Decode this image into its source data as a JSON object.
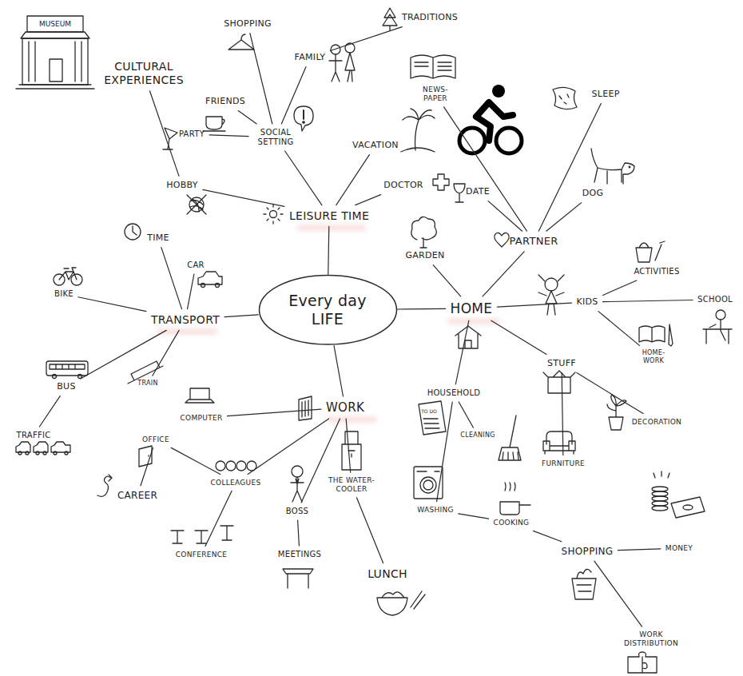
{
  "diagram": {
    "nodes": [
      {
        "text": [
          "Every day LIFE"
        ]
      },
      {
        "text": [
          "LEISURE TIME"
        ]
      },
      {
        "text": [
          "HOBBY"
        ]
      },
      {
        "text": [
          "CULTURAL EXPERIENCES"
        ]
      },
      {
        "text": [
          "SOCIAL SETTING"
        ]
      },
      {
        "text": [
          "PARTY"
        ]
      },
      {
        "text": [
          "FRIENDS"
        ]
      },
      {
        "text": [
          "SHOPPING"
        ]
      },
      {
        "text": [
          "FAMILY"
        ]
      },
      {
        "text": [
          "TRADITIONS"
        ]
      },
      {
        "text": [
          "VACATION"
        ]
      },
      {
        "text": [
          "DOCTOR"
        ]
      },
      {
        "text": [
          "TRANSPORT"
        ]
      },
      {
        "text": [
          "TIME"
        ]
      },
      {
        "text": [
          "CAR"
        ]
      },
      {
        "text": [
          "BIKE"
        ]
      },
      {
        "text": [
          "BUS"
        ]
      },
      {
        "text": [
          "TRAFFIC"
        ]
      },
      {
        "text": [
          "TRAIN"
        ]
      },
      {
        "text": [
          "WORK"
        ]
      },
      {
        "text": [
          "COMPUTER"
        ]
      },
      {
        "text": [
          "OFFICE"
        ]
      },
      {
        "text": [
          "CAREER"
        ]
      },
      {
        "text": [
          "COLLEAGUES"
        ]
      },
      {
        "text": [
          "CONFERENCE"
        ]
      },
      {
        "text": [
          "BOSS"
        ]
      },
      {
        "text": [
          "MEETINGS"
        ]
      },
      {
        "text": [
          "THE WATER- COOLER"
        ]
      },
      {
        "text": [
          "LUNCH"
        ]
      },
      {
        "text": [
          "HOME"
        ]
      },
      {
        "text": [
          "GARDEN"
        ]
      },
      {
        "text": [
          "PARTNER"
        ]
      },
      {
        "text": [
          "DATE"
        ]
      },
      {
        "text": [
          "NEWS- PAPER"
        ]
      },
      {
        "text": [
          "SLEEP"
        ]
      },
      {
        "text": [
          "DOG"
        ]
      },
      {
        "text": [
          "KIDS"
        ]
      },
      {
        "text": [
          "ACTIVITIES"
        ]
      },
      {
        "text": [
          "SCHOOL"
        ]
      },
      {
        "text": [
          "HOME- WORK"
        ]
      },
      {
        "text": [
          "HOUSEHOLD"
        ]
      },
      {
        "text": [
          "CLEANING"
        ]
      },
      {
        "text": [
          "WASHING"
        ]
      },
      {
        "text": [
          "COOKING"
        ]
      },
      {
        "text": [
          "SHOPPING"
        ]
      },
      {
        "text": [
          "MONEY"
        ]
      },
      {
        "text": [
          "WORK DISTRIBUTION"
        ]
      },
      {
        "text": [
          "STUFF"
        ]
      },
      {
        "text": [
          "FURNITURE"
        ]
      },
      {
        "text": [
          "DECORATION"
        ]
      }
    ],
    "edges": [
      {
        "from": 0,
        "to": 1,
        "arrow": "none"
      },
      {
        "from": 0,
        "to": 12,
        "arrow": "none"
      },
      {
        "from": 0,
        "to": 19,
        "arrow": "none"
      },
      {
        "from": 0,
        "to": 29,
        "arrow": "none"
      },
      {
        "from": 1,
        "to": 2,
        "arrow": "none"
      },
      {
        "from": 2,
        "to": 3,
        "arrow": "none"
      },
      {
        "from": 1,
        "to": 4,
        "arrow": "none"
      },
      {
        "from": 4,
        "to": 5,
        "arrow": "none"
      },
      {
        "from": 4,
        "to": 6,
        "arrow": "none"
      },
      {
        "from": 4,
        "to": 7,
        "arrow": "none"
      },
      {
        "from": 4,
        "to": 8,
        "arrow": "none"
      },
      {
        "from": 8,
        "to": 9,
        "arrow": "none"
      },
      {
        "from": 1,
        "to": 10,
        "arrow": "none"
      },
      {
        "from": 1,
        "to": 11,
        "arrow": "none"
      },
      {
        "from": 12,
        "to": 13,
        "arrow": "none"
      },
      {
        "from": 12,
        "to": 14,
        "arrow": "none"
      },
      {
        "from": 12,
        "to": 15,
        "arrow": "none"
      },
      {
        "from": 12,
        "to": 16,
        "arrow": "none"
      },
      {
        "from": 16,
        "to": 17,
        "arrow": "none"
      },
      {
        "from": 12,
        "to": 18,
        "arrow": "none"
      },
      {
        "from": 19,
        "to": 20,
        "arrow": "none"
      },
      {
        "from": 19,
        "to": 23,
        "arrow": "none"
      },
      {
        "from": 23,
        "to": 21,
        "arrow": "none"
      },
      {
        "from": 21,
        "to": 22,
        "arrow": "none"
      },
      {
        "from": 23,
        "to": 24,
        "arrow": "none"
      },
      {
        "from": 19,
        "to": 25,
        "arrow": "none"
      },
      {
        "from": 25,
        "to": 26,
        "arrow": "none"
      },
      {
        "from": 19,
        "to": 27,
        "arrow": "none"
      },
      {
        "from": 27,
        "to": 28,
        "arrow": "none"
      },
      {
        "from": 29,
        "to": 30,
        "arrow": "none"
      },
      {
        "from": 29,
        "to": 31,
        "arrow": "none"
      },
      {
        "from": 31,
        "to": 32,
        "arrow": "none"
      },
      {
        "from": 31,
        "to": 33,
        "arrow": "none"
      },
      {
        "from": 31,
        "to": 34,
        "arrow": "none"
      },
      {
        "from": 31,
        "to": 35,
        "arrow": "none"
      },
      {
        "from": 29,
        "to": 36,
        "arrow": "none"
      },
      {
        "from": 36,
        "to": 37,
        "arrow": "none"
      },
      {
        "from": 36,
        "to": 38,
        "arrow": "none"
      },
      {
        "from": 36,
        "to": 39,
        "arrow": "none"
      },
      {
        "from": 29,
        "to": 40,
        "arrow": "none"
      },
      {
        "from": 40,
        "to": 41,
        "arrow": "none"
      },
      {
        "from": 40,
        "to": 42,
        "arrow": "none"
      },
      {
        "from": 42,
        "to": 43,
        "arrow": "none"
      },
      {
        "from": 43,
        "to": 44,
        "arrow": "none"
      },
      {
        "from": 44,
        "to": 45,
        "arrow": "none"
      },
      {
        "from": 44,
        "to": 46,
        "arrow": "none"
      },
      {
        "from": 29,
        "to": 47,
        "arrow": "none"
      },
      {
        "from": 47,
        "to": 48,
        "arrow": "none"
      },
      {
        "from": 47,
        "to": 49,
        "arrow": "none"
      }
    ],
    "labels": [
      "MUSEUM",
      "TO DO"
    ]
  }
}
